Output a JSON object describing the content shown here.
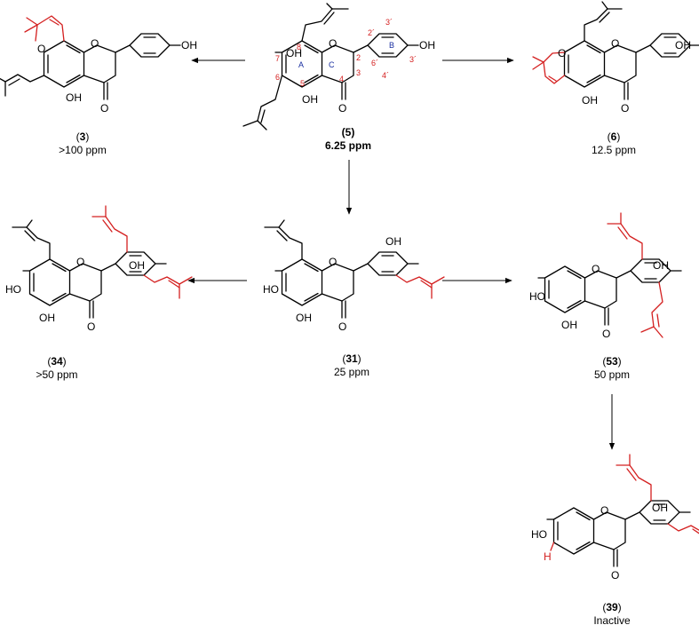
{
  "compounds": [
    {
      "id": "3",
      "activity": ">100 ppm"
    },
    {
      "id": "5",
      "activity": "6.25 ppm"
    },
    {
      "id": "6",
      "activity": "12.5 ppm"
    },
    {
      "id": "34",
      "activity": ">50 ppm"
    },
    {
      "id": "31",
      "activity": "25 ppm"
    },
    {
      "id": "53",
      "activity": "50 ppm"
    },
    {
      "id": "39",
      "activity": "Inactive"
    }
  ],
  "labels": {
    "oh": "OH",
    "ho": "HO",
    "o": "O",
    "h": "H"
  },
  "ring_labels": {
    "a": "A",
    "b": "B",
    "c": "C"
  },
  "atom_numbers": {
    "n2": "2",
    "n3": "3",
    "n4": "4",
    "n5": "5",
    "n6": "6",
    "n7": "7",
    "n8": "8",
    "n2p": "2´",
    "n3p": "3´",
    "n4p": "4´",
    "n6p": "6´",
    "n3pp": "3´"
  },
  "colors": {
    "highlight": "#d42020",
    "ring_label": "#1a2fa0",
    "structure": "#000000"
  }
}
